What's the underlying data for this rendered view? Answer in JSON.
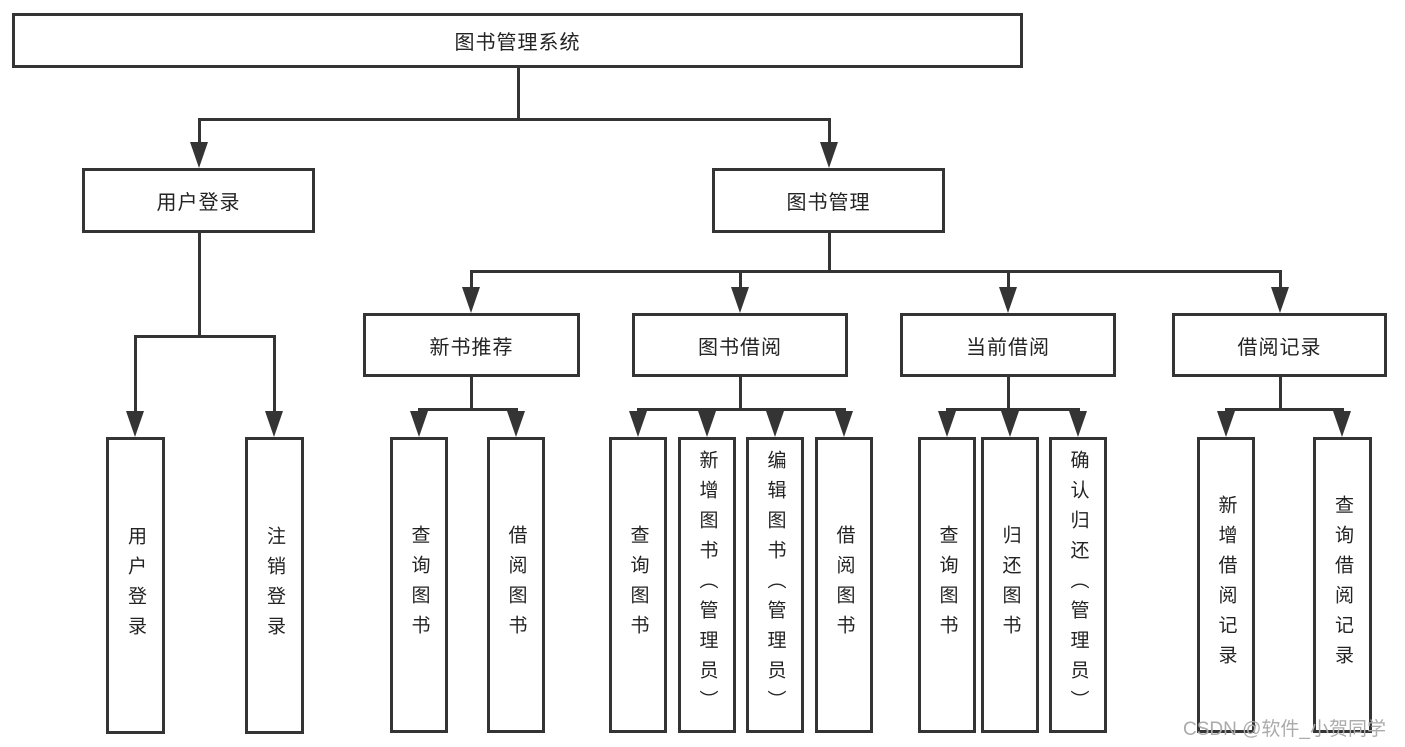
{
  "diagram": {
    "title": "图书管理系统",
    "branches": [
      {
        "label": "用户登录",
        "children": [
          {
            "label": "用户登录"
          },
          {
            "label": "注销登录"
          }
        ]
      },
      {
        "label": "图书管理",
        "children": [
          {
            "label": "新书推荐",
            "children": [
              {
                "label": "查询图书"
              },
              {
                "label": "借阅图书"
              }
            ]
          },
          {
            "label": "图书借阅",
            "children": [
              {
                "label": "查询图书"
              },
              {
                "label": "新增图书（管理员）"
              },
              {
                "label": "编辑图书（管理员）"
              },
              {
                "label": "借阅图书"
              }
            ]
          },
          {
            "label": "当前借阅",
            "children": [
              {
                "label": "查询图书"
              },
              {
                "label": "归还图书"
              },
              {
                "label": "确认归还（管理员）"
              }
            ]
          },
          {
            "label": "借阅记录",
            "children": [
              {
                "label": "新增借阅记录"
              },
              {
                "label": "查询借阅记录"
              }
            ]
          }
        ]
      }
    ]
  },
  "watermark": {
    "text": "CSDN @软件_小贺同学",
    "color": "#ababab"
  },
  "colors": {
    "line": "#343434",
    "text": "#232323",
    "background": "#ffffff"
  }
}
